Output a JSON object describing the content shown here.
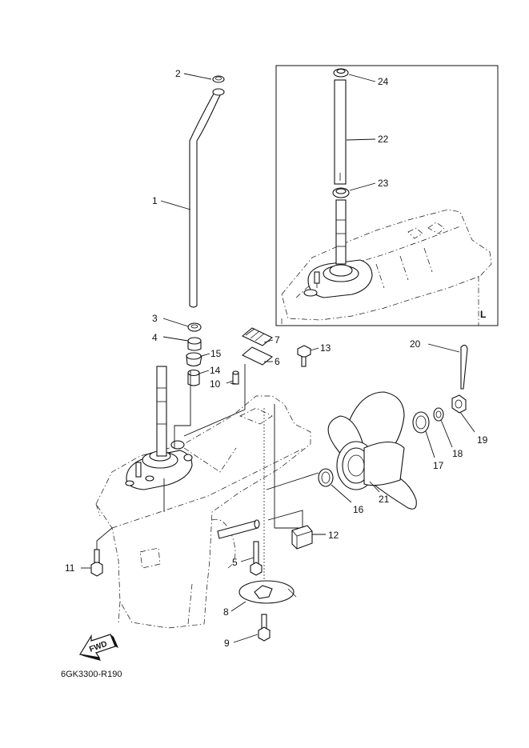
{
  "diagram_code": "6GK3300-R190",
  "inset_label": "L",
  "fwd_label": "FWD",
  "callouts": [
    {
      "id": "c1",
      "text": "1"
    },
    {
      "id": "c2",
      "text": "2"
    },
    {
      "id": "c3",
      "text": "3"
    },
    {
      "id": "c4",
      "text": "4"
    },
    {
      "id": "c5",
      "text": "5"
    },
    {
      "id": "c6",
      "text": "6"
    },
    {
      "id": "c7",
      "text": "7"
    },
    {
      "id": "c8",
      "text": "8"
    },
    {
      "id": "c9",
      "text": "9"
    },
    {
      "id": "c10",
      "text": "10"
    },
    {
      "id": "c11",
      "text": "11"
    },
    {
      "id": "c12",
      "text": "12"
    },
    {
      "id": "c13",
      "text": "13"
    },
    {
      "id": "c14",
      "text": "14"
    },
    {
      "id": "c15",
      "text": "15"
    },
    {
      "id": "c16",
      "text": "16"
    },
    {
      "id": "c17",
      "text": "17"
    },
    {
      "id": "c18",
      "text": "18"
    },
    {
      "id": "c19",
      "text": "19"
    },
    {
      "id": "c20",
      "text": "20"
    },
    {
      "id": "c21",
      "text": "21"
    },
    {
      "id": "c22",
      "text": "22"
    },
    {
      "id": "c23",
      "text": "23"
    },
    {
      "id": "c24",
      "text": "24"
    }
  ]
}
